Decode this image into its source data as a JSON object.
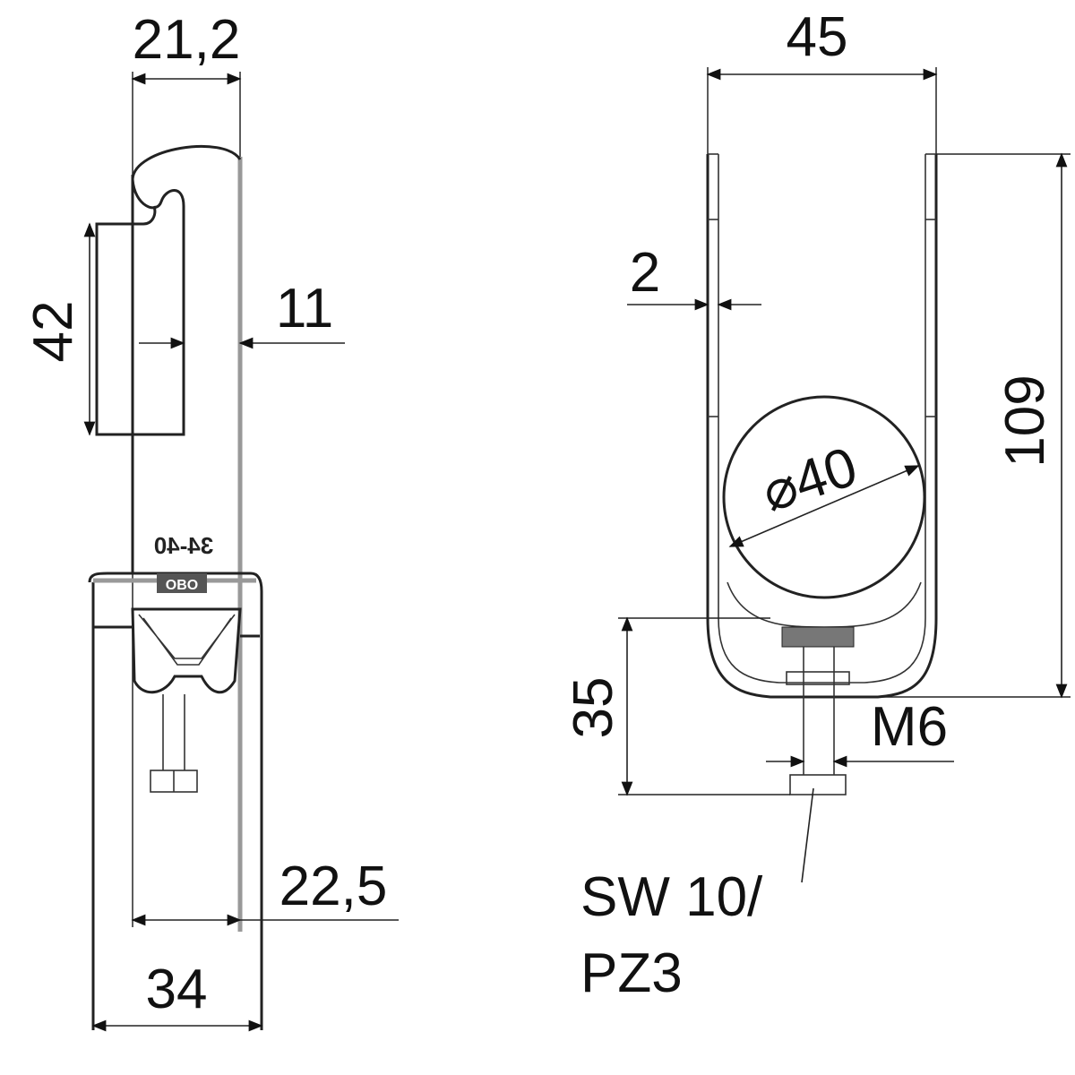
{
  "drawing": {
    "side_view": {
      "dim_width_top": "21,2",
      "dim_hook_height": "42",
      "dim_offset": "11",
      "dim_inner_width": "22,5",
      "dim_total_width": "34",
      "stamp_range": "34-40",
      "stamp_brand": "OBO"
    },
    "front_view": {
      "dim_width": "45",
      "dim_thickness": "2",
      "dim_height": "109",
      "dim_diameter": "⌀40",
      "dim_bolt_length": "35",
      "dim_thread": "M6",
      "drive_line1": "SW 10/",
      "drive_line2": "PZ3"
    }
  }
}
